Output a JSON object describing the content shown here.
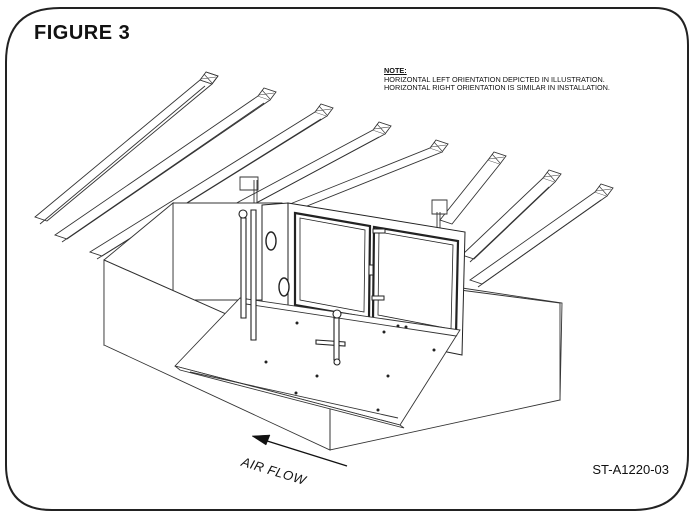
{
  "figure": {
    "title": "FIGURE 3",
    "drawing_code": "ST-A1220-03"
  },
  "note": {
    "heading": "NOTE:",
    "lines": [
      "HORIZONTAL LEFT ORIENTATION DEPICTED IN ILLUSTRATION.",
      "HORIZONTAL RIGHT ORIENTATION IS SIMILAR IN INSTALLATION."
    ]
  },
  "airflow": {
    "label": "AIR FLOW"
  }
}
